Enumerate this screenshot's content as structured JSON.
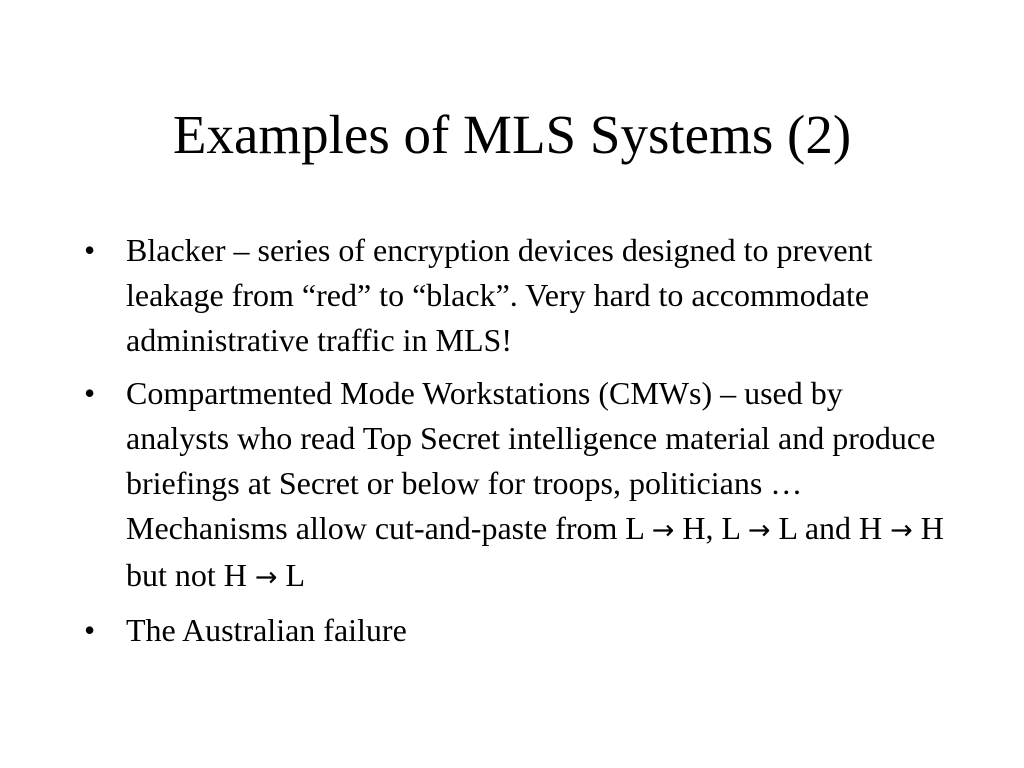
{
  "slide": {
    "title": "Examples of MLS Systems (2)",
    "bullet_symbol": "•",
    "bullets": [
      {
        "text": "Blacker – series of encryption devices designed to prevent leakage from “red” to “black”. Very hard to accommodate administrative traffic in MLS!"
      },
      {
        "text_a": "Compartmented Mode Workstations (CMWs) – used by analysts who read Top Secret intelligence material and produce briefings at Secret or below for troops, politicians … Mechanisms allow cut-and-paste from L ",
        "arrow": "→",
        "text_b": " H, L ",
        "text_c": " L and H ",
        "text_d": " H but not H ",
        "text_e": " L"
      },
      {
        "text": "The Australian failure"
      }
    ]
  }
}
